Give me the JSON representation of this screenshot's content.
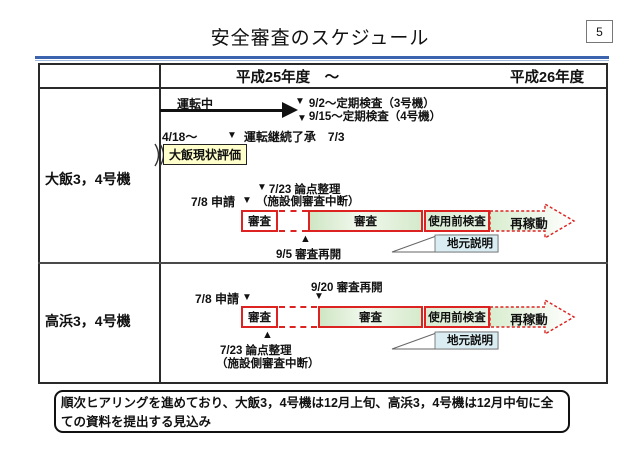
{
  "page": {
    "title": "安全審査のスケジュール",
    "page_number": "5"
  },
  "glyphs": {
    "down_triangle": "▼",
    "up_triangle": "▲"
  },
  "colors": {
    "accent_red": "#dd2222",
    "bar_green": "#d5eacb",
    "jimoto_blue": "#d9edf2",
    "highlight_yellow": "#ffffcc",
    "title_rule_blue": "#3c64ae"
  },
  "header": {
    "fy25": "平成25年度　～",
    "fy26": "平成26年度"
  },
  "rows": {
    "ohi": {
      "label": "大飯3，4号機",
      "operating": "運転中",
      "periodic_unit3": "9/2～定期検査（3号機）",
      "periodic_unit4": "9/15～定期検査（4号機）",
      "start_date": "4/18～",
      "continuation": "運転継続了承　7/3",
      "status_eval": "大飯現状評価",
      "issues": "7/23 論点整理",
      "suspension": "（施設側審査中断）",
      "application": "7/8 申請",
      "review_short": "審査",
      "review_long": "審査",
      "pre_service": "使用前検査",
      "restart": "再稼動",
      "local_briefing": "地元説明",
      "resume": "9/5 審査再開"
    },
    "takahama": {
      "label": "高浜3，4号機",
      "application": "7/8 申請",
      "resume": "9/20 審査再開",
      "issues": "7/23 論点整理",
      "suspension": "（施設側審査中断）",
      "review_short": "審査",
      "review_long": "審査",
      "pre_service": "使用前検査",
      "restart": "再稼動",
      "local_briefing": "地元説明"
    }
  },
  "note": {
    "text": "順次ヒアリングを進めており、大飯3，4号機は12月上旬、高浜3，4号機は12月中旬に全ての資料を提出する見込み"
  }
}
